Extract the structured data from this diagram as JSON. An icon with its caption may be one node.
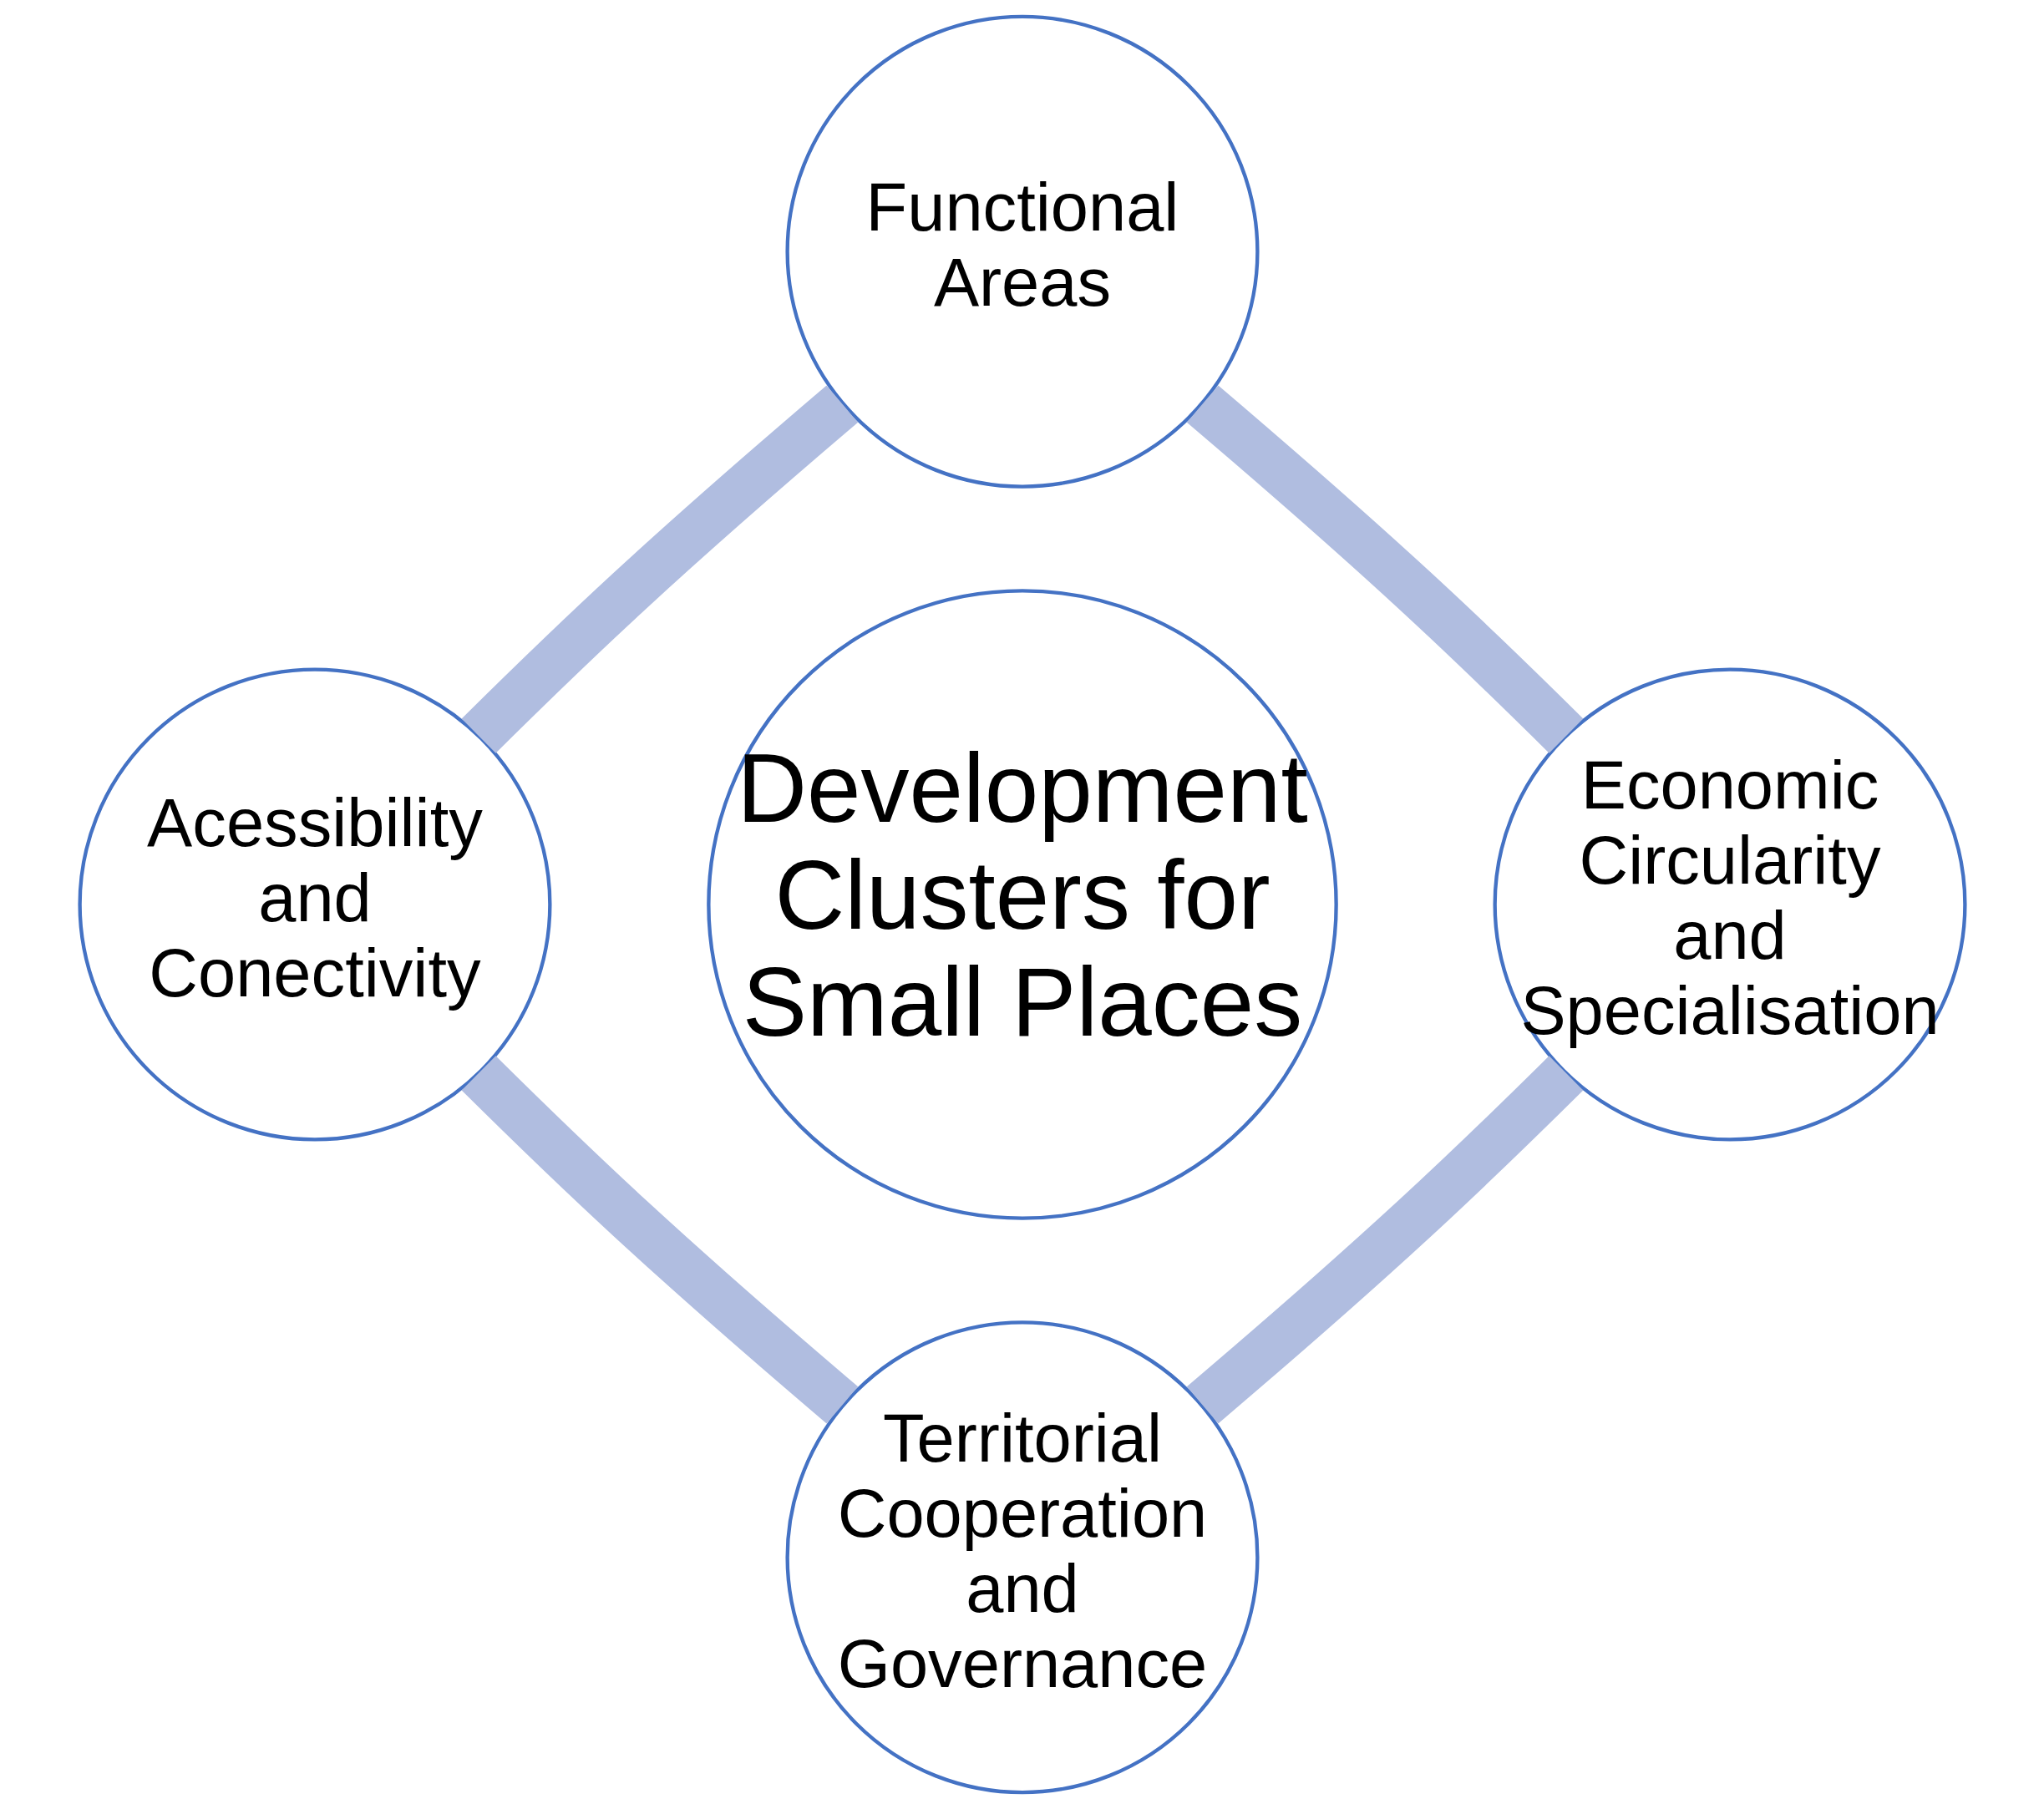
{
  "diagram": {
    "nodes": [
      {
        "text": [
          "Functional Areas"
        ]
      },
      {
        "text": [
          "Acessibility and Conectivity"
        ]
      },
      {
        "text": [
          "Development Clusters for Small Places"
        ]
      },
      {
        "text": [
          "Economic Circularity and Specialisation"
        ]
      },
      {
        "text": [
          "Territorial Cooperation and Governance"
        ]
      }
    ],
    "edges": [
      {
        "from": 0,
        "to": 3,
        "arrow": "none"
      },
      {
        "from": 3,
        "to": 4,
        "arrow": "none"
      },
      {
        "from": 4,
        "to": 1,
        "arrow": "none"
      },
      {
        "from": 1,
        "to": 0,
        "arrow": "none"
      }
    ]
  }
}
